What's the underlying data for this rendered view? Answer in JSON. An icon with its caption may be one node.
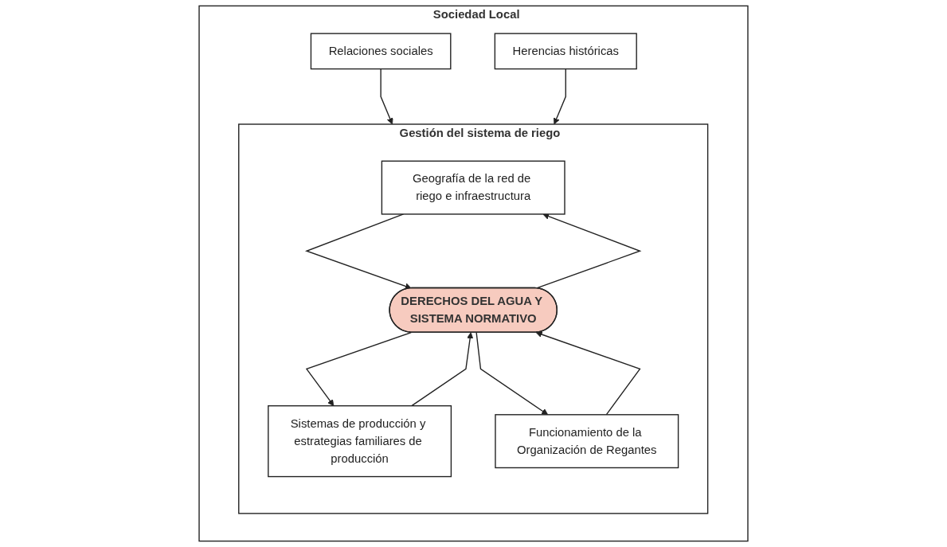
{
  "diagram": {
    "nodes": [
      {
        "text": [
          "Sociedad Local"
        ]
      },
      {
        "text": [
          "Relaciones sociales"
        ],
        "in": 0
      },
      {
        "text": [
          "Herencias históricas"
        ],
        "in": 0
      },
      {
        "text": [
          "Gestión del sistema de riego"
        ],
        "in": 0
      },
      {
        "text": [
          "Geografía de la red de riego e infraestructura"
        ],
        "in": 3
      },
      {
        "text": [
          "DERECHOS DEL AGUA Y SISTEMA NORMATIVO"
        ],
        "in": 3
      },
      {
        "text": [
          "Sistemas de producción y estrategias familiares de producción"
        ],
        "in": 3
      },
      {
        "text": [
          "Funcionamiento de la Organización de Regantes"
        ],
        "in": 3
      }
    ],
    "edges": [
      {
        "from": 1,
        "to": 3,
        "arrow": "to"
      },
      {
        "from": 2,
        "to": 3,
        "arrow": "to"
      },
      {
        "from": 5,
        "to": 4,
        "arrow": "to"
      },
      {
        "from": 4,
        "to": 5,
        "arrow": "to"
      },
      {
        "from": 5,
        "to": 6,
        "arrow": "to"
      },
      {
        "from": 6,
        "to": 5,
        "arrow": "to"
      },
      {
        "from": 5,
        "to": 7,
        "arrow": "to"
      },
      {
        "from": 7,
        "to": 5,
        "arrow": "to"
      }
    ]
  }
}
